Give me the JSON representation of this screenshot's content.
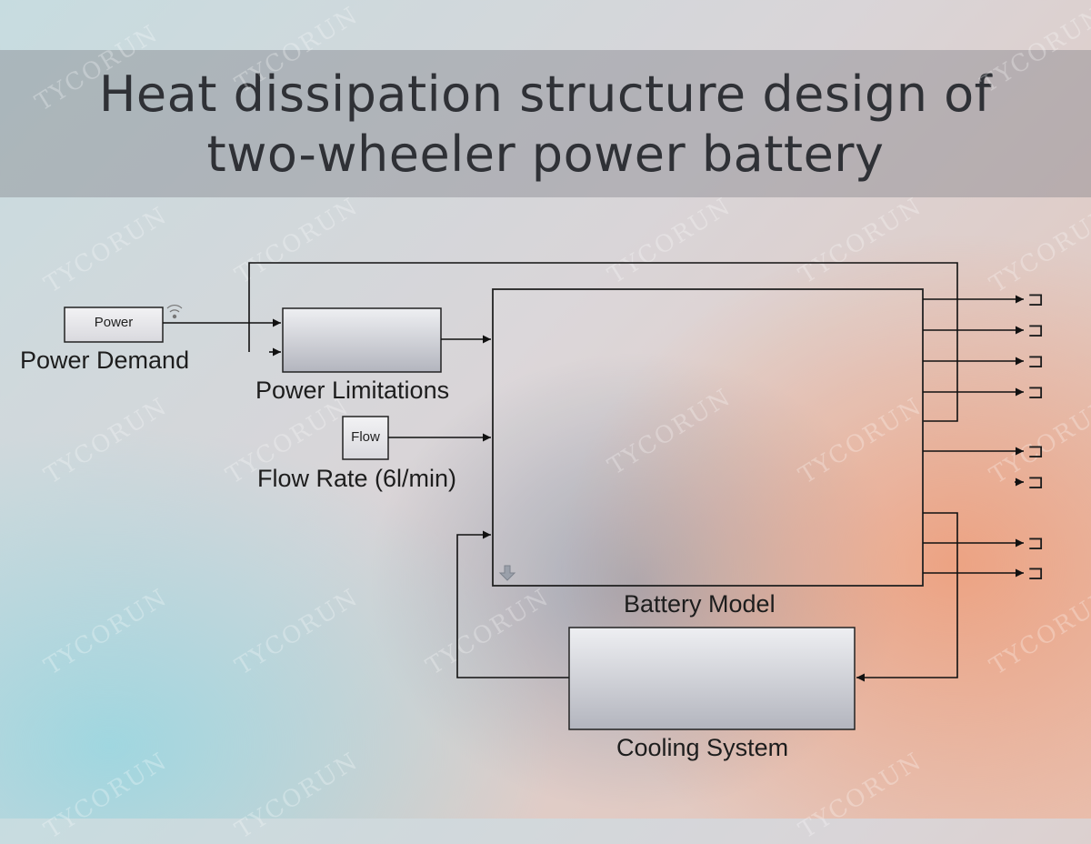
{
  "title": {
    "line1": "Heat dissipation structure design of",
    "line2": "two-wheeler power battery"
  },
  "watermark": "TYCORUN",
  "blocks": {
    "power_source": {
      "inner_label": "Power",
      "caption": "Power Demand"
    },
    "power_limitations": {
      "caption": "Power Limitations"
    },
    "flow_source": {
      "inner_label": "Flow",
      "caption": "Flow Rate (6l/min)"
    },
    "battery_model": {
      "caption": "Battery Model"
    },
    "cooling_system": {
      "caption": "Cooling System"
    }
  },
  "output_ports": [
    "⊐",
    "⊐",
    "⊐",
    "⊐",
    "⊐",
    "⊐",
    "⊐",
    "⊐"
  ],
  "colors": {
    "line": "#111111",
    "block_fill_top": "#e9eaee",
    "block_fill_bottom": "#b7b9c1",
    "title_text": "#2f3136"
  }
}
